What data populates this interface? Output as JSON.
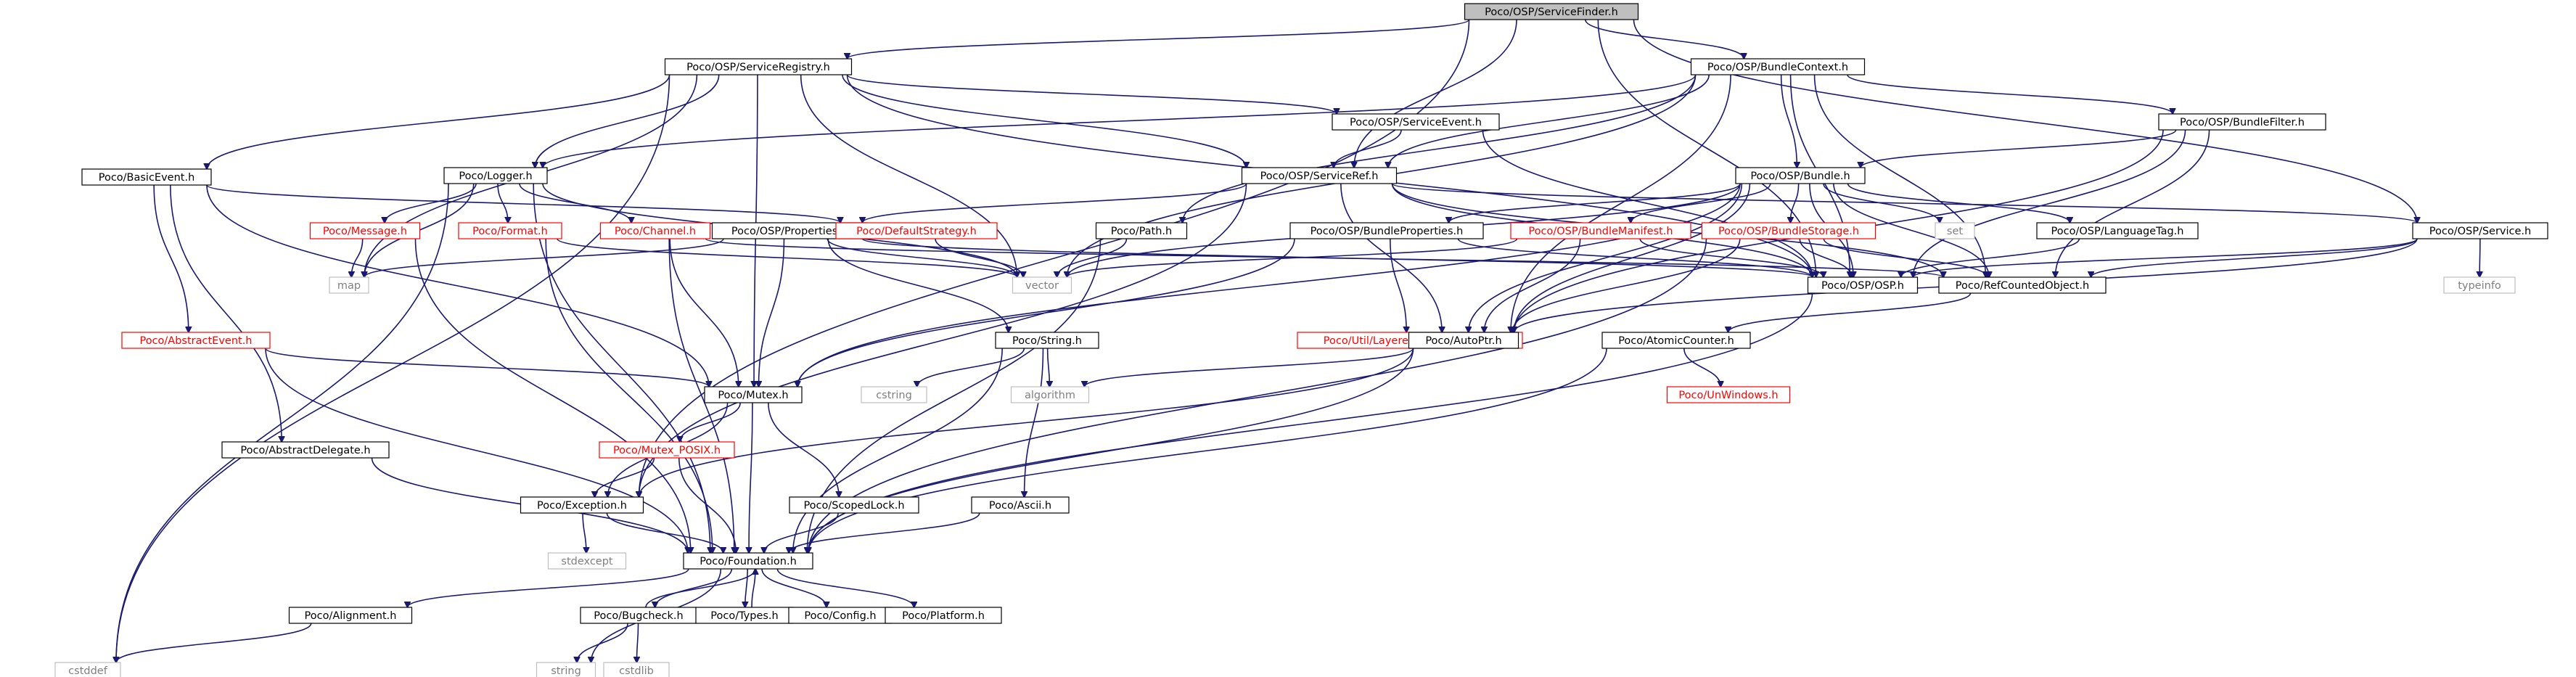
{
  "colors": {
    "edge": "#191970",
    "box_border_normal": "#000000",
    "box_border_truncated": "#ff0000",
    "box_border_external": "#bfbfbf",
    "root_fill": "#bfbfbf",
    "text_normal": "#000000",
    "text_truncated": "#ff0000",
    "text_external": "#7f7f7f"
  },
  "nodes": [
    {
      "id": "ServiceFinder",
      "label": "Poco/OSP/ServiceFinder.h",
      "kind": "root"
    },
    {
      "id": "ServiceRegistry",
      "label": "Poco/OSP/ServiceRegistry.h",
      "kind": "normal"
    },
    {
      "id": "BundleContext",
      "label": "Poco/OSP/BundleContext.h",
      "kind": "normal"
    },
    {
      "id": "BasicEvent",
      "label": "Poco/BasicEvent.h",
      "kind": "normal"
    },
    {
      "id": "Logger",
      "label": "Poco/Logger.h",
      "kind": "normal"
    },
    {
      "id": "ServiceEvent",
      "label": "Poco/OSP/ServiceEvent.h",
      "kind": "normal"
    },
    {
      "id": "BundleFilter",
      "label": "Poco/OSP/BundleFilter.h",
      "kind": "normal"
    },
    {
      "id": "ServiceRef",
      "label": "Poco/OSP/ServiceRef.h",
      "kind": "normal"
    },
    {
      "id": "Bundle",
      "label": "Poco/OSP/Bundle.h",
      "kind": "normal"
    },
    {
      "id": "Message",
      "label": "Poco/Message.h",
      "kind": "truncated"
    },
    {
      "id": "Format",
      "label": "Poco/Format.h",
      "kind": "truncated"
    },
    {
      "id": "Channel",
      "label": "Poco/Channel.h",
      "kind": "truncated"
    },
    {
      "id": "Properties",
      "label": "Poco/OSP/Properties.h",
      "kind": "normal"
    },
    {
      "id": "DefaultStrategy",
      "label": "Poco/DefaultStrategy.h",
      "kind": "truncated"
    },
    {
      "id": "PathH",
      "label": "Poco/Path.h",
      "kind": "normal"
    },
    {
      "id": "BundleProperties",
      "label": "Poco/OSP/BundleProperties.h",
      "kind": "normal"
    },
    {
      "id": "BundleManifest",
      "label": "Poco/OSP/BundleManifest.h",
      "kind": "truncated"
    },
    {
      "id": "BundleStorage",
      "label": "Poco/OSP/BundleStorage.h",
      "kind": "truncated"
    },
    {
      "id": "setH",
      "label": "set",
      "kind": "external"
    },
    {
      "id": "LanguageTag",
      "label": "Poco/OSP/LanguageTag.h",
      "kind": "normal"
    },
    {
      "id": "ServiceH",
      "label": "Poco/OSP/Service.h",
      "kind": "normal"
    },
    {
      "id": "mapH",
      "label": "map",
      "kind": "external"
    },
    {
      "id": "vectorH",
      "label": "vector",
      "kind": "external"
    },
    {
      "id": "OSPH",
      "label": "Poco/OSP/OSP.h",
      "kind": "normal"
    },
    {
      "id": "RefCountedObject",
      "label": "Poco/RefCountedObject.h",
      "kind": "normal"
    },
    {
      "id": "typeinfoH",
      "label": "typeinfo",
      "kind": "external"
    },
    {
      "id": "AbstractEvent",
      "label": "Poco/AbstractEvent.h",
      "kind": "truncated"
    },
    {
      "id": "LayeredConfiguration",
      "label": "Poco/Util/LayeredConfiguration.h",
      "kind": "truncated"
    },
    {
      "id": "AutoPtr",
      "label": "Poco/AutoPtr.h",
      "kind": "normal"
    },
    {
      "id": "AtomicCounter",
      "label": "Poco/AtomicCounter.h",
      "kind": "normal"
    },
    {
      "id": "StringH",
      "label": "Poco/String.h",
      "kind": "normal"
    },
    {
      "id": "cstringH",
      "label": "cstring",
      "kind": "external"
    },
    {
      "id": "algorithmH",
      "label": "algorithm",
      "kind": "external"
    },
    {
      "id": "MutexH",
      "label": "Poco/Mutex.h",
      "kind": "normal"
    },
    {
      "id": "UnWindows",
      "label": "Poco/UnWindows.h",
      "kind": "truncated"
    },
    {
      "id": "AbstractDelegate",
      "label": "Poco/AbstractDelegate.h",
      "kind": "normal"
    },
    {
      "id": "MutexPOSIX",
      "label": "Poco/Mutex_POSIX.h",
      "kind": "truncated"
    },
    {
      "id": "ExceptionH",
      "label": "Poco/Exception.h",
      "kind": "normal"
    },
    {
      "id": "ScopedLock",
      "label": "Poco/ScopedLock.h",
      "kind": "normal"
    },
    {
      "id": "AsciiH",
      "label": "Poco/Ascii.h",
      "kind": "normal"
    },
    {
      "id": "stdexceptH",
      "label": "stdexcept",
      "kind": "external"
    },
    {
      "id": "FoundationH",
      "label": "Poco/Foundation.h",
      "kind": "normal"
    },
    {
      "id": "AlignmentH",
      "label": "Poco/Alignment.h",
      "kind": "normal"
    },
    {
      "id": "BugcheckH",
      "label": "Poco/Bugcheck.h",
      "kind": "normal"
    },
    {
      "id": "TypesH",
      "label": "Poco/Types.h",
      "kind": "normal"
    },
    {
      "id": "ConfigH",
      "label": "Poco/Config.h",
      "kind": "normal"
    },
    {
      "id": "PlatformH",
      "label": "Poco/Platform.h",
      "kind": "normal"
    },
    {
      "id": "cstddefH",
      "label": "cstddef",
      "kind": "external"
    },
    {
      "id": "stringH",
      "label": "string",
      "kind": "external"
    },
    {
      "id": "cstdlibH",
      "label": "cstdlib",
      "kind": "external"
    }
  ],
  "edges": [
    [
      "ServiceFinder",
      "ServiceRegistry"
    ],
    [
      "ServiceFinder",
      "BundleContext"
    ],
    [
      "ServiceFinder",
      "ServiceRef"
    ],
    [
      "ServiceFinder",
      "ServiceH"
    ],
    [
      "ServiceFinder",
      "OSPH"
    ],
    [
      "ServiceFinder",
      "ExceptionH"
    ],
    [
      "ServiceRegistry",
      "BasicEvent"
    ],
    [
      "ServiceRegistry",
      "Logger"
    ],
    [
      "ServiceRegistry",
      "ServiceEvent"
    ],
    [
      "ServiceRegistry",
      "ServiceRef"
    ],
    [
      "ServiceRegistry",
      "MutexH"
    ],
    [
      "ServiceRegistry",
      "mapH"
    ],
    [
      "ServiceRegistry",
      "vectorH"
    ],
    [
      "ServiceRegistry",
      "cstddefH"
    ],
    [
      "ServiceRegistry",
      "OSPH"
    ],
    [
      "BundleContext",
      "Bundle"
    ],
    [
      "BundleContext",
      "BundleFilter"
    ],
    [
      "BundleContext",
      "ServiceRef"
    ],
    [
      "BundleContext",
      "Logger"
    ],
    [
      "BundleContext",
      "PathH"
    ],
    [
      "BundleContext",
      "OSPH"
    ],
    [
      "BundleContext",
      "RefCountedObject"
    ],
    [
      "BundleContext",
      "AutoPtr"
    ],
    [
      "BundleContext",
      "vectorH"
    ],
    [
      "BasicEvent",
      "AbstractEvent"
    ],
    [
      "BasicEvent",
      "DefaultStrategy"
    ],
    [
      "BasicEvent",
      "AbstractDelegate"
    ],
    [
      "BasicEvent",
      "MutexH"
    ],
    [
      "Logger",
      "Message"
    ],
    [
      "Logger",
      "Format"
    ],
    [
      "Logger",
      "Channel"
    ],
    [
      "Logger",
      "FoundationH"
    ],
    [
      "Logger",
      "mapH"
    ],
    [
      "Logger",
      "vectorH"
    ],
    [
      "Logger",
      "cstddefH"
    ],
    [
      "ServiceEvent",
      "ServiceRef"
    ],
    [
      "ServiceEvent",
      "OSPH"
    ],
    [
      "BundleFilter",
      "Bundle"
    ],
    [
      "BundleFilter",
      "OSPH"
    ],
    [
      "BundleFilter",
      "RefCountedObject"
    ],
    [
      "BundleFilter",
      "AutoPtr"
    ],
    [
      "ServiceRef",
      "Properties"
    ],
    [
      "ServiceRef",
      "ServiceH"
    ],
    [
      "ServiceRef",
      "OSPH"
    ],
    [
      "ServiceRef",
      "RefCountedObject"
    ],
    [
      "ServiceRef",
      "AutoPtr"
    ],
    [
      "ServiceRef",
      "ExceptionH"
    ],
    [
      "Bundle",
      "BundleProperties"
    ],
    [
      "Bundle",
      "BundleManifest"
    ],
    [
      "Bundle",
      "BundleStorage"
    ],
    [
      "Bundle",
      "LanguageTag"
    ],
    [
      "Bundle",
      "setH"
    ],
    [
      "Bundle",
      "LayeredConfiguration"
    ],
    [
      "Bundle",
      "OSPH"
    ],
    [
      "Bundle",
      "RefCountedObject"
    ],
    [
      "Bundle",
      "AutoPtr"
    ],
    [
      "Bundle",
      "MutexH"
    ],
    [
      "Bundle",
      "vectorH"
    ],
    [
      "Message",
      "FoundationH"
    ],
    [
      "Message",
      "mapH"
    ],
    [
      "Format",
      "FoundationH"
    ],
    [
      "Format",
      "vectorH"
    ],
    [
      "Channel",
      "FoundationH"
    ],
    [
      "Channel",
      "MutexH"
    ],
    [
      "Channel",
      "RefCountedObject"
    ],
    [
      "Properties",
      "OSPH"
    ],
    [
      "Properties",
      "StringH"
    ],
    [
      "Properties",
      "MutexH"
    ],
    [
      "Properties",
      "mapH"
    ],
    [
      "Properties",
      "vectorH"
    ],
    [
      "DefaultStrategy",
      "vectorH"
    ],
    [
      "PathH",
      "FoundationH"
    ],
    [
      "PathH",
      "vectorH"
    ],
    [
      "BundleProperties",
      "LayeredConfiguration"
    ],
    [
      "BundleProperties",
      "OSPH"
    ],
    [
      "BundleProperties",
      "MutexH"
    ],
    [
      "BundleManifest",
      "OSPH"
    ],
    [
      "BundleManifest",
      "AutoPtr"
    ],
    [
      "BundleManifest",
      "vectorH"
    ],
    [
      "BundleStorage",
      "OSPH"
    ],
    [
      "BundleStorage",
      "AutoPtr"
    ],
    [
      "BundleStorage",
      "RefCountedObject"
    ],
    [
      "BundleStorage",
      "FoundationH"
    ],
    [
      "LanguageTag",
      "OSPH"
    ],
    [
      "ServiceH",
      "OSPH"
    ],
    [
      "ServiceH",
      "RefCountedObject"
    ],
    [
      "ServiceH",
      "AutoPtr"
    ],
    [
      "ServiceH",
      "typeinfoH"
    ],
    [
      "OSPH",
      "FoundationH"
    ],
    [
      "RefCountedObject",
      "AtomicCounter"
    ],
    [
      "AbstractEvent",
      "MutexH"
    ],
    [
      "AbstractEvent",
      "FoundationH"
    ],
    [
      "LayeredConfiguration",
      "AutoPtr"
    ],
    [
      "AutoPtr",
      "ExceptionH"
    ],
    [
      "AutoPtr",
      "algorithmH"
    ],
    [
      "AutoPtr",
      "FoundationH"
    ],
    [
      "AtomicCounter",
      "UnWindows"
    ],
    [
      "AtomicCounter",
      "FoundationH"
    ],
    [
      "StringH",
      "cstringH"
    ],
    [
      "StringH",
      "algorithmH"
    ],
    [
      "StringH",
      "AsciiH"
    ],
    [
      "StringH",
      "FoundationH"
    ],
    [
      "MutexH",
      "MutexPOSIX"
    ],
    [
      "MutexH",
      "ScopedLock"
    ],
    [
      "MutexH",
      "ExceptionH"
    ],
    [
      "MutexH",
      "FoundationH"
    ],
    [
      "AbstractDelegate",
      "FoundationH"
    ],
    [
      "MutexPOSIX",
      "ExceptionH"
    ],
    [
      "MutexPOSIX",
      "FoundationH"
    ],
    [
      "ExceptionH",
      "stdexceptH"
    ],
    [
      "ExceptionH",
      "FoundationH"
    ],
    [
      "ScopedLock",
      "FoundationH"
    ],
    [
      "AsciiH",
      "FoundationH"
    ],
    [
      "FoundationH",
      "AlignmentH"
    ],
    [
      "FoundationH",
      "BugcheckH"
    ],
    [
      "FoundationH",
      "TypesH"
    ],
    [
      "FoundationH",
      "ConfigH"
    ],
    [
      "FoundationH",
      "PlatformH"
    ],
    [
      "FoundationH",
      "stringH"
    ],
    [
      "AlignmentH",
      "cstddefH"
    ],
    [
      "BugcheckH",
      "stringH"
    ],
    [
      "BugcheckH",
      "cstdlibH"
    ],
    [
      "BugcheckH",
      "FoundationH"
    ],
    [
      "TypesH",
      "FoundationH"
    ]
  ]
}
